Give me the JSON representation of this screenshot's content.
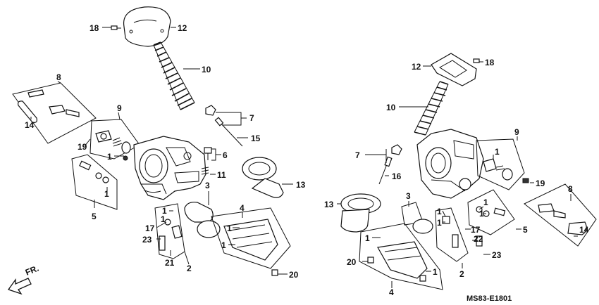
{
  "callouts": {
    "l18": "18",
    "l12": "12",
    "l10": "10",
    "l8": "8",
    "l14": "14",
    "l9": "9",
    "l19": "19",
    "l1a": "1",
    "l7": "7",
    "l15": "15",
    "l6": "6",
    "l11": "11",
    "l13": "13",
    "l5": "5",
    "l1b": "1",
    "l3": "3",
    "l4": "4",
    "l1c": "1",
    "l1d": "1",
    "l17": "17",
    "l23": "23",
    "l21": "21",
    "l2": "2",
    "l20": "20",
    "l1e": "1",
    "l1f": "1",
    "r12": "12",
    "r18": "18",
    "r10": "10",
    "r9": "9",
    "r1a": "1",
    "r7": "7",
    "r16": "16",
    "r19": "19",
    "r13": "13",
    "r3": "3",
    "r8": "8",
    "r1b": "1",
    "r1c": "1",
    "r5": "5",
    "r14": "14",
    "r1d": "1",
    "r1e": "1",
    "r17": "17",
    "r22": "22",
    "r23": "23",
    "r2": "2",
    "r20": "20",
    "r1f": "1",
    "r4": "4",
    "r1g": "1"
  },
  "direction_label": "FR.",
  "catalog_code": "MS83-E1801"
}
